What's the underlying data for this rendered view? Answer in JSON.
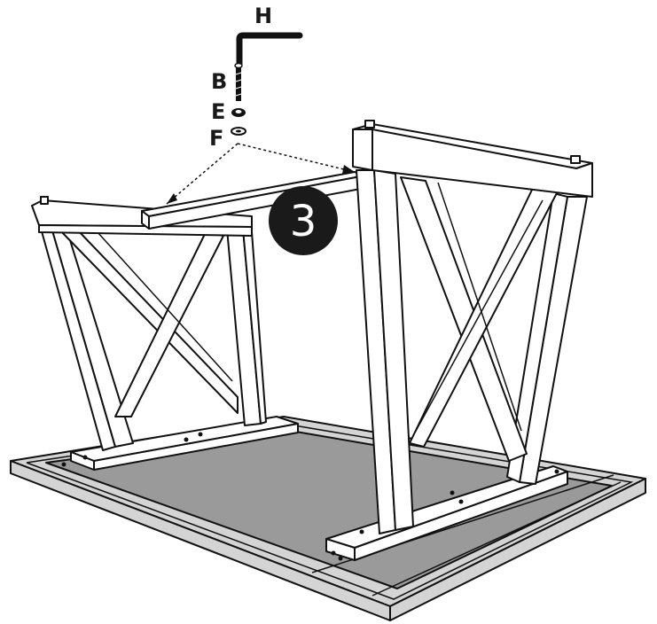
{
  "step": {
    "number": "3"
  },
  "hardware": {
    "parts": [
      {
        "id": "H",
        "label": "H",
        "icon": "allen-key-icon"
      },
      {
        "id": "B",
        "label": "B",
        "icon": "bolt-icon"
      },
      {
        "id": "E",
        "label": "E",
        "icon": "lock-washer-icon"
      },
      {
        "id": "F",
        "label": "F",
        "icon": "flat-washer-icon"
      }
    ]
  },
  "colors": {
    "line": "#111111",
    "panel_fill": "#9a9a9a",
    "frame_fill": "#d4d4d4",
    "step_badge": "#1a1a1a"
  }
}
